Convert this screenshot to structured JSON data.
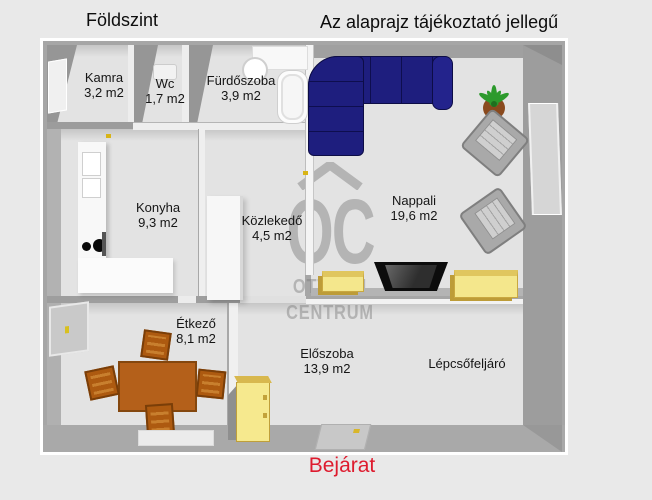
{
  "header": {
    "title": "Földszint",
    "disclaimer": "Az alaprajz tájékoztató jellegű"
  },
  "rooms": [
    {
      "name": "Kamra",
      "area": "3,2 m2"
    },
    {
      "name": "Wc",
      "area": "1,7 m2"
    },
    {
      "name": "Fürdőszoba",
      "area": "3,9 m2"
    },
    {
      "name": "Konyha",
      "area": "9,3 m2"
    },
    {
      "name": "Közlekedő",
      "area": "4,5 m2"
    },
    {
      "name": "Nappali",
      "area": "19,6 m2"
    },
    {
      "name": "Étkező",
      "area": "8,1 m2"
    },
    {
      "name": "Előszoba",
      "area": "13,9 m2"
    },
    {
      "name": "Lépcsőfeljáró",
      "area": ""
    }
  ],
  "entrance_label": "Bejárat",
  "watermark": {
    "monogram": "OC",
    "line1": "OTTHON",
    "line2": "CENTRUM"
  },
  "furniture": [
    "corner-sofa",
    "potted-plant",
    "armchair",
    "armchair",
    "tv",
    "yellow-chest",
    "yellow-box",
    "kitchen-cabinets",
    "kitchen-counter",
    "hall-cabinet",
    "bathtub",
    "bath-sink",
    "wc-sink",
    "dining-table",
    "dining-chairs",
    "wardrobe",
    "entrance-door"
  ],
  "colors": {
    "background": "#e9e9e9",
    "wall_gray": "#a6a6a6",
    "floor_gray": "#e3e3e3",
    "entrance_red": "#de1b2e",
    "sofa_navy": "#1e1e7e",
    "wood_brown": "#b4601a",
    "furniture_yellow": "#f4e78c",
    "plant_green": "#2c9a2c",
    "watermark_gray": "#7a7a7a"
  }
}
